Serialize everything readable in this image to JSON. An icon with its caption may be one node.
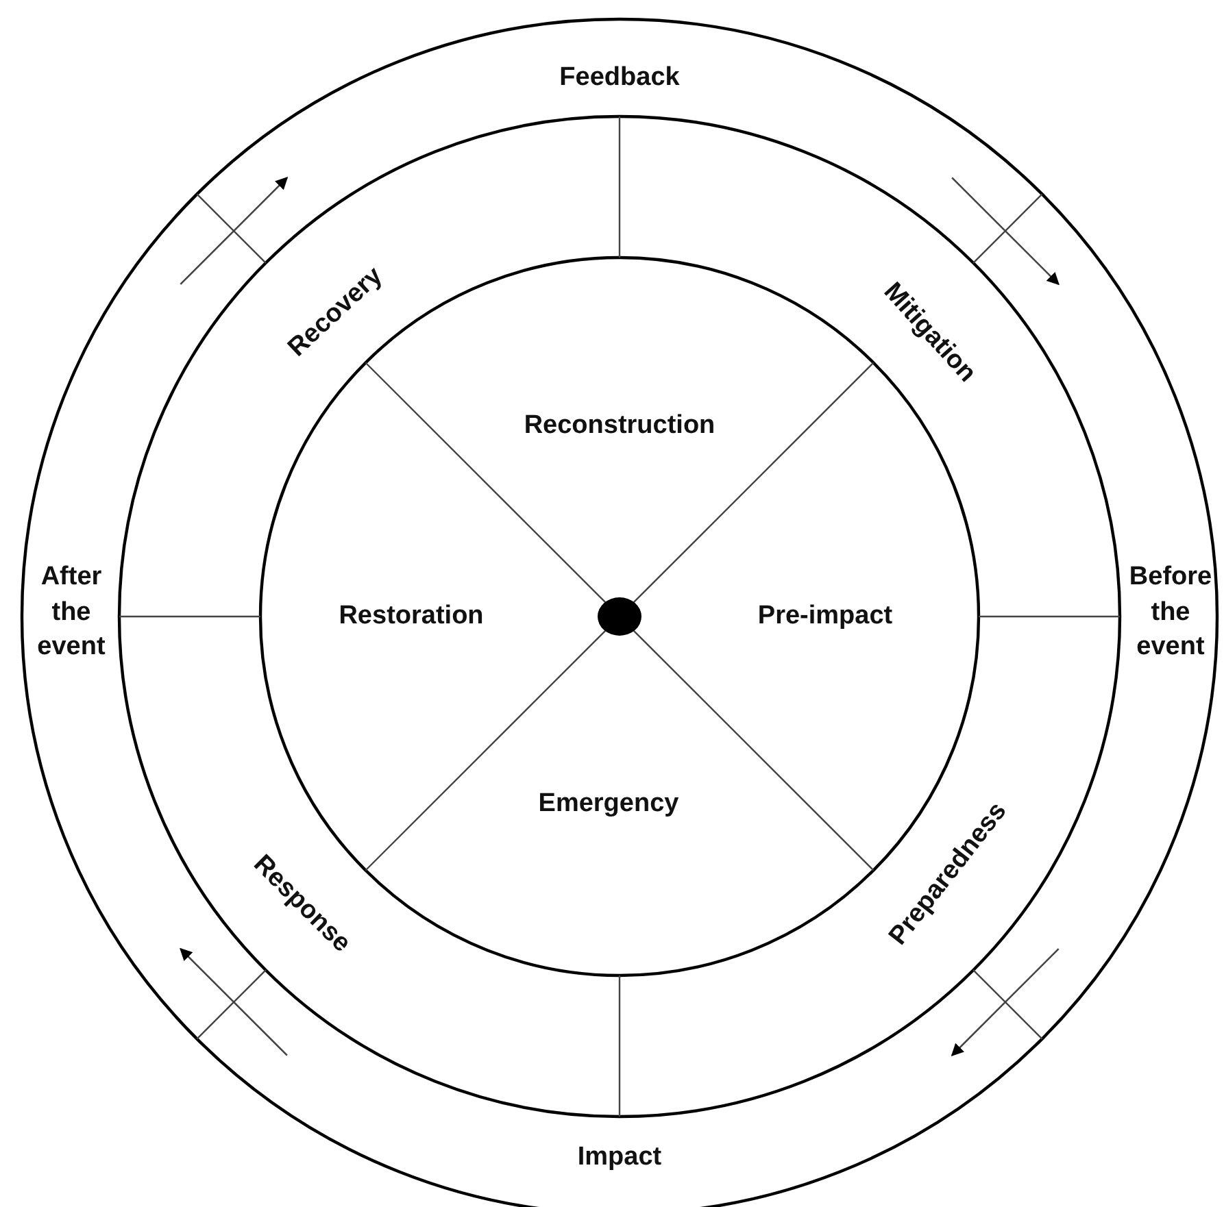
{
  "diagram": {
    "nodes": [
      {
        "text": [
          "Feedback"
        ]
      },
      {
        "text": [
          "Before the event"
        ]
      },
      {
        "text": [
          "Impact"
        ]
      },
      {
        "text": [
          "After the event"
        ]
      },
      {
        "text": [
          "Recovery"
        ]
      },
      {
        "text": [
          "Mitigation"
        ]
      },
      {
        "text": [
          "Preparedness"
        ]
      },
      {
        "text": [
          "Response"
        ]
      },
      {
        "text": [
          "Reconstruction"
        ]
      },
      {
        "text": [
          "Pre-impact"
        ]
      },
      {
        "text": [
          "Emergency"
        ]
      },
      {
        "text": [
          "Restoration"
        ]
      }
    ]
  }
}
